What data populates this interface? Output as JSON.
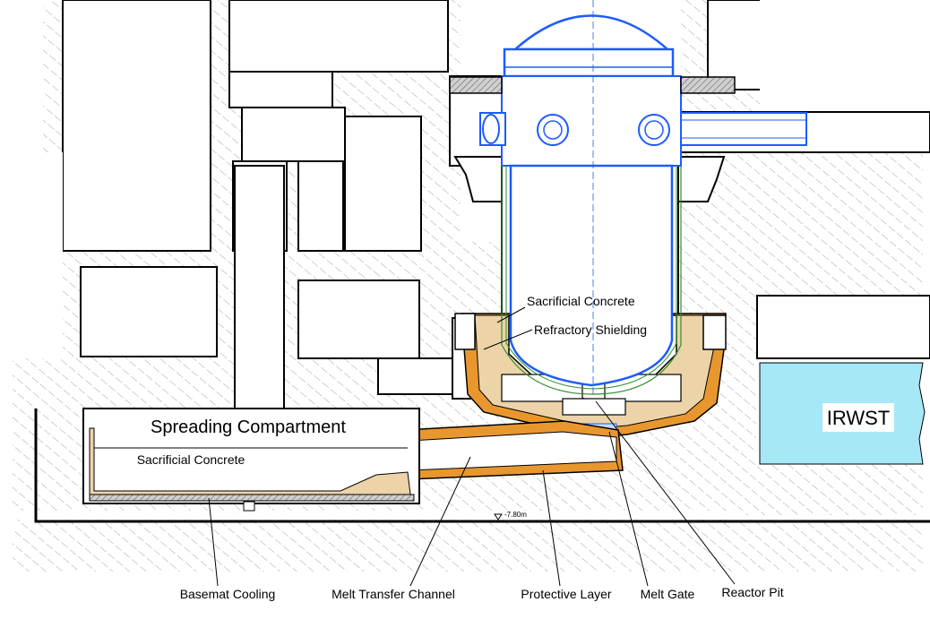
{
  "labels": {
    "sacrificial_concrete_upper": "Sacrificial Concrete",
    "refractory_shielding": "Refractory Shielding",
    "spreading_compartment": "Spreading Compartment",
    "sacrificial_concrete_lower": "Sacrificial Concrete",
    "irwst": "IRWST",
    "elevation": "-7.80m",
    "basemat_cooling": "Basemat Cooling",
    "melt_transfer_channel": "Melt Transfer Channel",
    "protective_layer": "Protective Layer",
    "melt_gate": "Melt Gate",
    "reactor_pit": "Reactor Pit"
  },
  "colors": {
    "concrete_hatch": "#9a9a9a",
    "vessel": "#1e5bff",
    "protective_layer": "#e8972f",
    "sacrificial": "#ecd3a8",
    "irwst_water": "#a6e8f5",
    "green_liner": "#2f8f2f",
    "outline": "#000000"
  }
}
